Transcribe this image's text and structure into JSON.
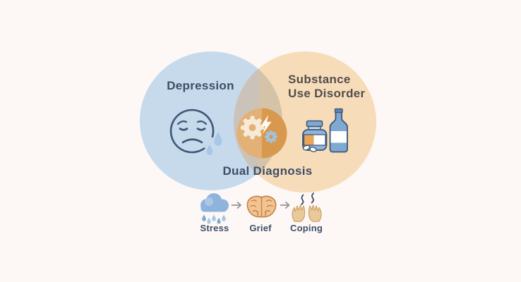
{
  "venn": {
    "left_set": {
      "label": "Depression",
      "icon": "sad-face-with-tears-icon",
      "color": "#C6DAEC"
    },
    "right_set": {
      "label": "Substance Use Disorder",
      "label_lines": [
        "Substance",
        "Use Disorder"
      ],
      "icon": "pill-bottle-and-liquor-bottle-icon",
      "color": "#F7DCBA"
    },
    "intersection": {
      "label": "Dual Diagnosis",
      "icon": "gears-with-lightning-bolt-icon",
      "color_left_half": "#CBC3B9",
      "color_right_half": "#D5C3A7",
      "badge_color_left_half": "#E3B076",
      "badge_color_right_half": "#D8994F"
    }
  },
  "flow": {
    "steps": [
      {
        "label": "Stress",
        "icon": "rain-cloud-icon"
      },
      {
        "label": "Grief",
        "icon": "brain-icon"
      },
      {
        "label": "Coping",
        "icon": "open-hands-icon"
      }
    ],
    "separator_icon": "arrow-right-icon"
  },
  "palette": {
    "background": "#FDF8F6",
    "navy_text": "#3D4E66",
    "warm_gray_text": "#514F4B",
    "outline_navy": "#3E5676",
    "bottle_blue": "#8FB4DC",
    "label_orange": "#E8A559",
    "gear_cream": "#F7EBD8",
    "gear_blue": "#9FC4E2",
    "bolt_white": "#FDFAF3",
    "tear_blue": "#A8C6E6",
    "cloud_blue": "#8FB4DC",
    "brain_orange": "#F3C392",
    "brain_outline": "#C2884A",
    "hand_tan": "#E9C89A",
    "arrow_gray": "#97948F"
  }
}
